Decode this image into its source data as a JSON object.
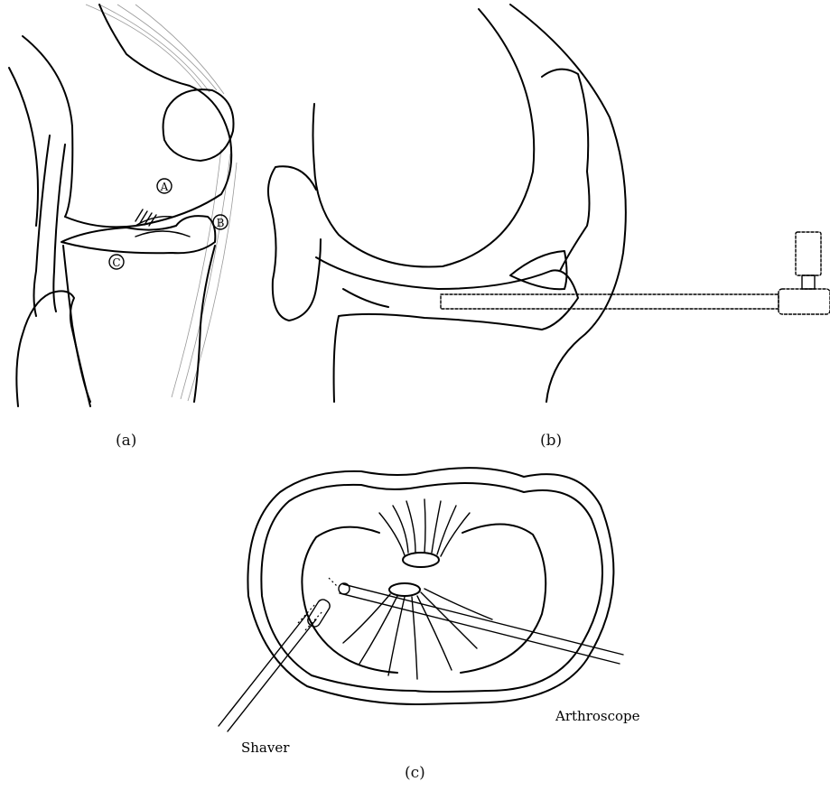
{
  "panels": {
    "a": {
      "caption": "(a)",
      "markers": [
        "A",
        "B",
        "C"
      ]
    },
    "b": {
      "caption": "(b)"
    },
    "c": {
      "caption": "(c)",
      "labels": {
        "arthroscope": "Arthroscope",
        "shaver": "Shaver"
      }
    }
  },
  "colors": {
    "ink": "#000000",
    "fiber": "#999999",
    "background": "#ffffff"
  }
}
